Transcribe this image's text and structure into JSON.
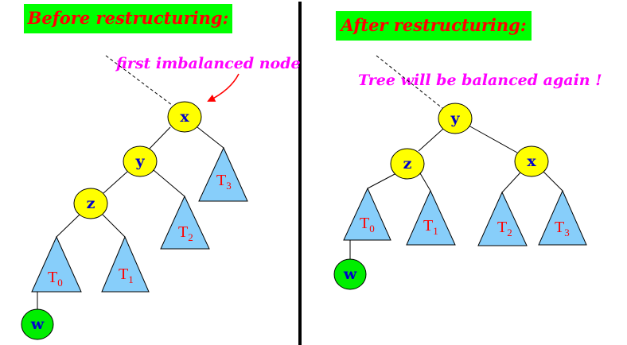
{
  "colors": {
    "banner_bg": "#00ff00",
    "banner_text": "#ff0000",
    "annotation_text": "#ff00ff",
    "annotation_arrow": "#ff0000",
    "node_fill": "#ffff00",
    "node_label": "#0000cc",
    "new_node_fill": "#00ee00",
    "subtree_fill": "#87cefa",
    "subtree_label": "#ff0000",
    "divider": "#000000"
  },
  "before": {
    "title": "Before restructuring:",
    "annotation": "first imbalanced node",
    "nodes": {
      "x": "x",
      "y": "y",
      "z": "z",
      "w": "w"
    },
    "subtrees": [
      {
        "base": "T",
        "sub": "0"
      },
      {
        "base": "T",
        "sub": "1"
      },
      {
        "base": "T",
        "sub": "2"
      },
      {
        "base": "T",
        "sub": "3"
      }
    ]
  },
  "after": {
    "title": "After restructuring:",
    "annotation": "Tree will be balanced again !",
    "nodes": {
      "y": "y",
      "z": "z",
      "x": "x",
      "w": "w"
    },
    "subtrees": [
      {
        "base": "T",
        "sub": "0"
      },
      {
        "base": "T",
        "sub": "1"
      },
      {
        "base": "T",
        "sub": "2"
      },
      {
        "base": "T",
        "sub": "3"
      }
    ]
  }
}
